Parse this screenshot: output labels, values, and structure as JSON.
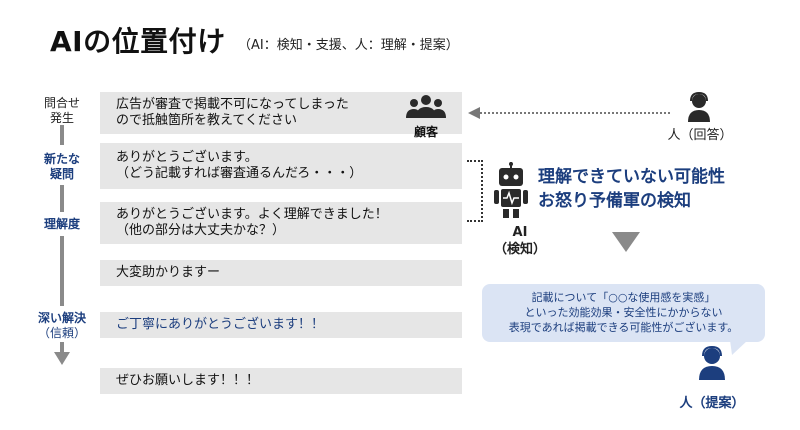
{
  "title": "AIの位置付け",
  "subtitle": "（AI：検知・支援、人：理解・提案）",
  "stages": [
    {
      "lines": [
        "問合せ",
        "発生"
      ]
    },
    {
      "lines": [
        "新たな",
        "疑問"
      ]
    },
    {
      "lines": [
        "理解度"
      ]
    },
    {
      "lines": [
        "深い解決"
      ],
      "sub": "（信頼）"
    }
  ],
  "messages": [
    {
      "lines": [
        "広告が審査で掲載不可になってしまった",
        "ので抵触箇所を教えてください"
      ]
    },
    {
      "lines": [
        "ありがとうございます。",
        "（どう記載すれば審査通るんだろ・・・）"
      ]
    },
    {
      "lines": [
        "ありがとうございます。よく理解できました！",
        "（他の部分は大丈夫かな？）"
      ]
    },
    {
      "lines": [
        "大変助かりますー"
      ]
    },
    {
      "lines": [
        "ご丁寧にありがとうございます！！"
      ]
    },
    {
      "lines": [
        "ぜひお願いします！！！"
      ]
    }
  ],
  "customer": {
    "label": "顧客",
    "icon": "customer-group-icon"
  },
  "human_answer": {
    "label": "人（回答）",
    "icon": "headset-person-icon"
  },
  "ai": {
    "label_line1": "AI",
    "label_line2": "（検知）",
    "icon": "robot-icon"
  },
  "insight": {
    "line1": "理解できていない可能性",
    "line2": "お怒り予備軍の検知"
  },
  "proposal": {
    "line1": "記載について「○○な使用感を実感」",
    "line2": "といった効能効果・安全性にかからない",
    "line3": "表現であれば掲載できる可能性がございます。"
  },
  "human_proposal": {
    "label": "人（提案）",
    "icon": "headset-person-icon"
  },
  "colors": {
    "accent_blue": "#1c3e7e",
    "gray_box": "#e6e6e6",
    "bubble": "#dbe4f4",
    "arrow_gray": "#8a8a8a"
  }
}
